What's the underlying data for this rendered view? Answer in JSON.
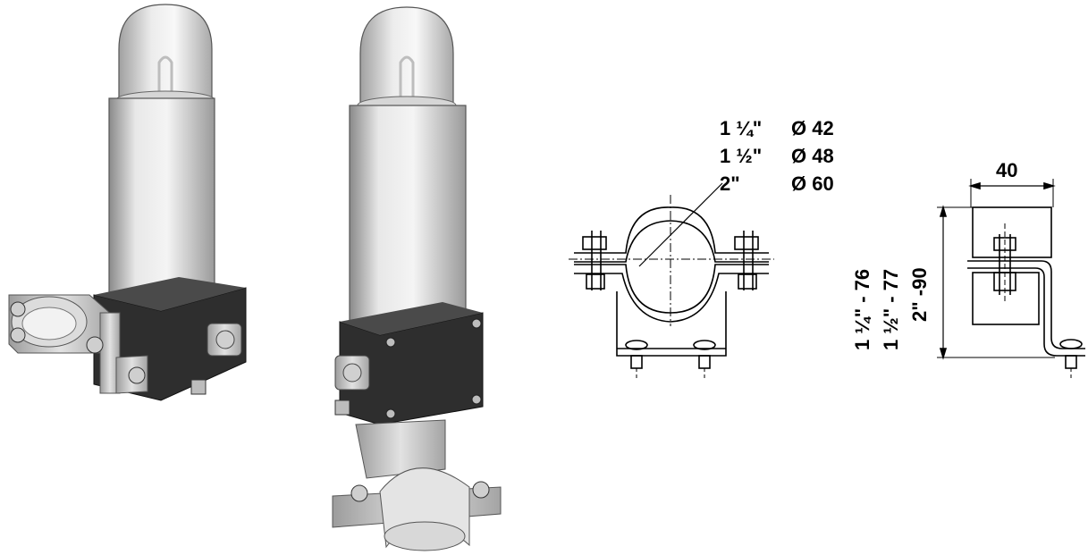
{
  "pipe_sizes": [
    {
      "size": "1 ¼\"",
      "diameter": "Ø 42"
    },
    {
      "size": "1 ½\"",
      "diameter": "Ø 48"
    },
    {
      "size": "2\"",
      "diameter": "Ø 60"
    }
  ],
  "side_view": {
    "width_label": "40",
    "height_labels": [
      "1 ¼\" - 76",
      "1 ½\" - 77",
      "2\" -90"
    ]
  },
  "colors": {
    "body_dark": "#2b2b2b",
    "metal": "#c8c8c8",
    "globe": "#e6e6e6",
    "line": "#000000"
  }
}
